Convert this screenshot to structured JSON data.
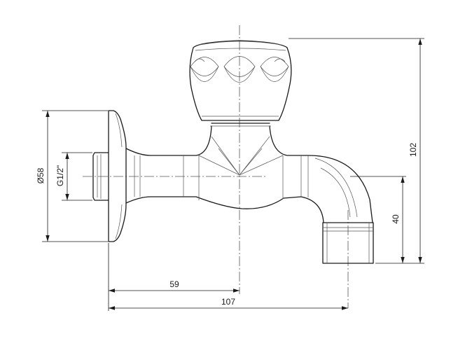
{
  "dimensions": {
    "wall_flange_diameter": "Ø58",
    "thread": "G1/2\"",
    "height_total": "102",
    "spout_height": "40",
    "axis_to_wall": "59",
    "overall_length": "107"
  }
}
